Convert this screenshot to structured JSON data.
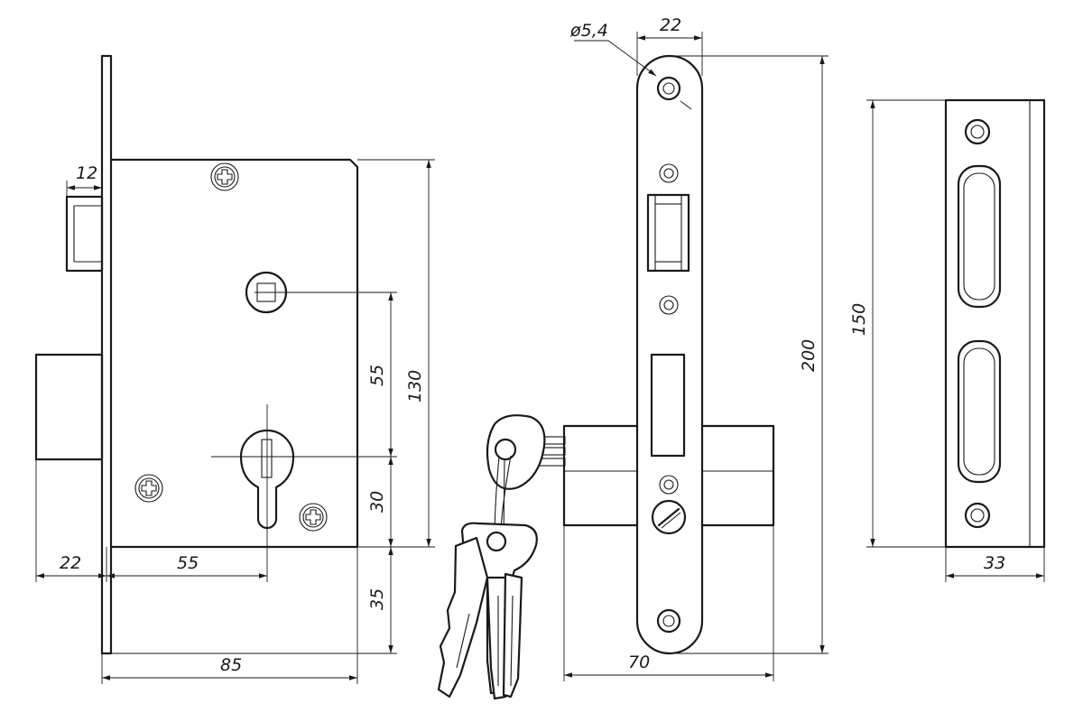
{
  "drawing": {
    "colors": {
      "ink": "#1a1a1a",
      "paper": "#ffffff"
    },
    "dimensions": {
      "latch_width": "12",
      "body_height": "130",
      "spindle_to_cylinder": "55",
      "cylinder_to_bottom": "30",
      "bottom_offset": "35",
      "backset": "55",
      "bolt_projection": "22",
      "body_width": "85",
      "hole_diameter": "ø5,4",
      "faceplate_width": "22",
      "faceplate_height": "200",
      "cylinder_length": "70",
      "strike_height": "150",
      "strike_width": "33"
    }
  }
}
